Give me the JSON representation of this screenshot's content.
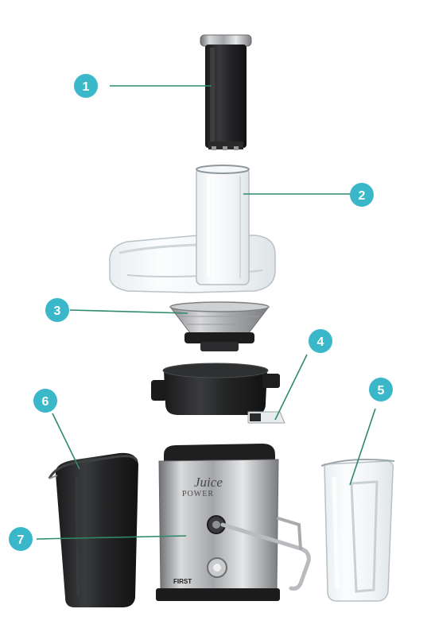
{
  "diagram": {
    "accent_color": "#3ab7c9",
    "leader_color": "#2f8a6a",
    "callouts": [
      {
        "number": "1",
        "part_icon": "feeding-pusher-icon"
      },
      {
        "number": "2",
        "part_icon": "lid-with-chute-icon"
      },
      {
        "number": "3",
        "part_icon": "filter-basket-icon"
      },
      {
        "number": "4",
        "part_icon": "juice-collector-icon"
      },
      {
        "number": "5",
        "part_icon": "juice-jug-icon"
      },
      {
        "number": "6",
        "part_icon": "pulp-container-icon"
      },
      {
        "number": "7",
        "part_icon": "motor-base-icon"
      }
    ],
    "product_labels": {
      "brand_line1": "Juice",
      "brand_line2": "POWER",
      "logo": "FIRST"
    }
  }
}
